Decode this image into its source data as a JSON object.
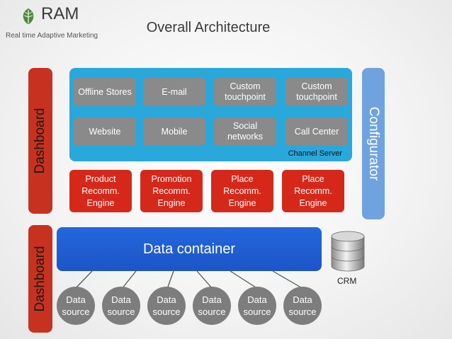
{
  "header": {
    "app_name": "RAM",
    "app_subtitle": "Real time Adaptive Marketing",
    "title": "Overall Architecture"
  },
  "dashboard_label": "Dashboard",
  "configurator_label": "Configurator",
  "channel_server": {
    "label": "Channel Server",
    "channels": [
      "Offline Stores",
      "E-mail",
      "Custom\ntouchpoint",
      "Custom\ntouchpoint",
      "Website",
      "Mobile",
      "Social\nnetworks",
      "Call Center"
    ]
  },
  "engines": [
    "Product\nRecomm.\nEngine",
    "Promotion\nRecomm.\nEngine",
    "Place\nRecomm.\nEngine",
    "Place\nRecomm.\nEngine"
  ],
  "data_container_label": "Data container",
  "data_sources": [
    "Data\nsource",
    "Data\nsource",
    "Data\nsource",
    "Data\nsource",
    "Data\nsource",
    "Data\nsource"
  ],
  "crm_label": "CRM",
  "colors": {
    "dashboard": "#c6321f",
    "channel_server": "#29a8dc",
    "engine": "#d6281a",
    "data_container": "#1e5fd6",
    "configurator": "#6fa3e0",
    "neutral_box": "#8a8a8a"
  }
}
